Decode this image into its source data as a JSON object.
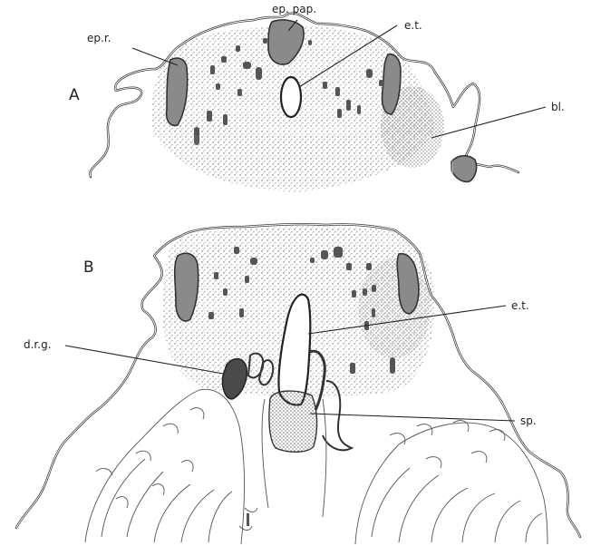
{
  "figure": {
    "panels": [
      {
        "letter": "A",
        "labels": {
          "ep_r": "ep.r.",
          "ep_pap": "ep. pap.",
          "e_t": "e.t.",
          "bl": "bl."
        }
      },
      {
        "letter": "B",
        "labels": {
          "e_t": "e.t.",
          "d_r_g": "d.r.g.",
          "sp": "sp."
        }
      }
    ]
  },
  "colors": {
    "ink": "#222222",
    "epidermis": "#8a8a8a",
    "stipple": "#9a9a9a",
    "background": "#ffffff"
  }
}
